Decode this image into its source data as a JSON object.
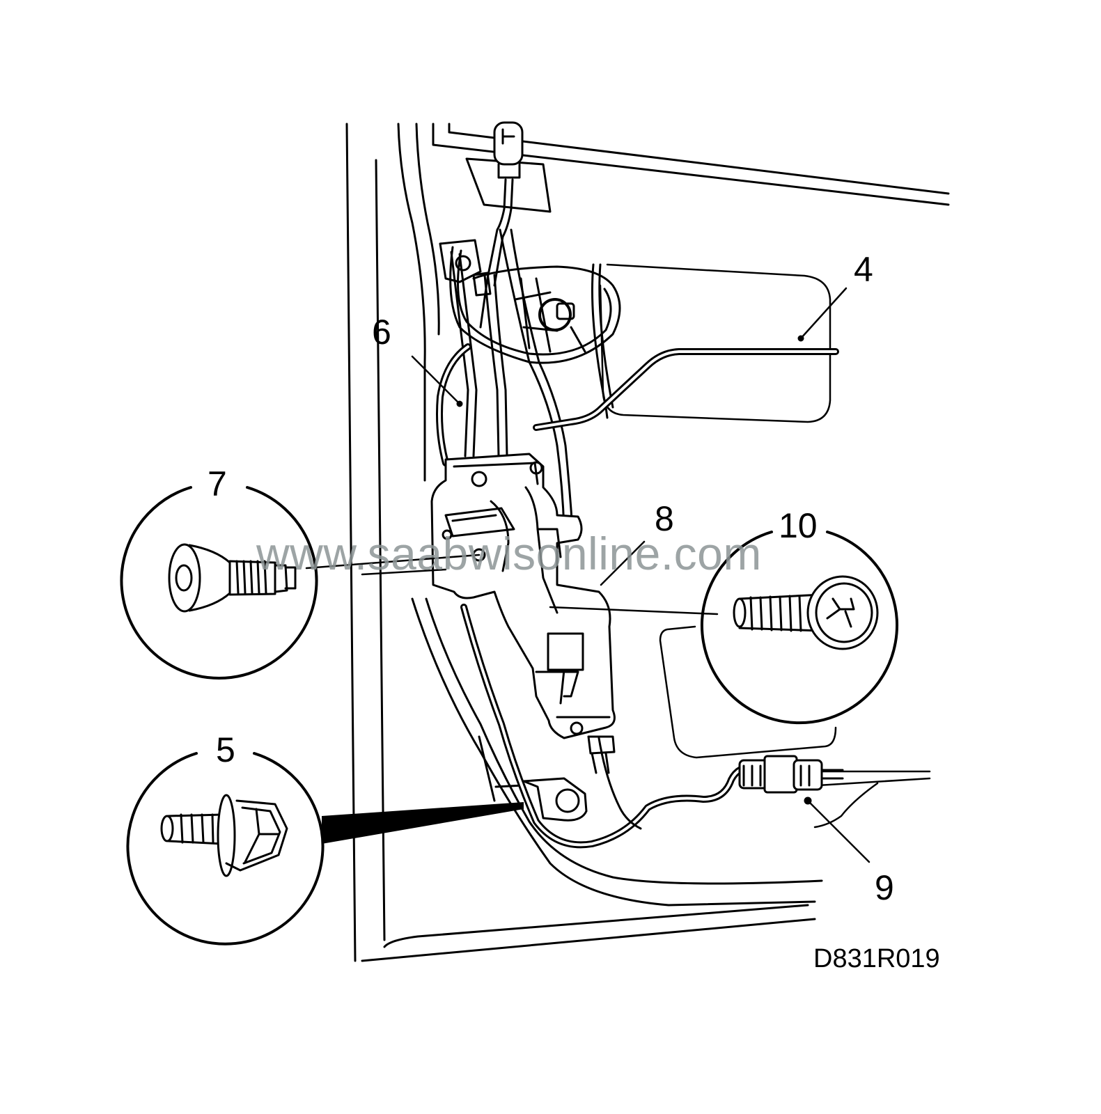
{
  "callouts": {
    "c4": "4",
    "c5": "5",
    "c6": "6",
    "c7": "7",
    "c8": "8",
    "c9": "9",
    "c10": "10"
  },
  "figure_code": "D831R019",
  "watermark": "www.saabwisonline.com",
  "colors": {
    "line": "#000000",
    "background": "#ffffff",
    "watermark": "#8c9596"
  }
}
